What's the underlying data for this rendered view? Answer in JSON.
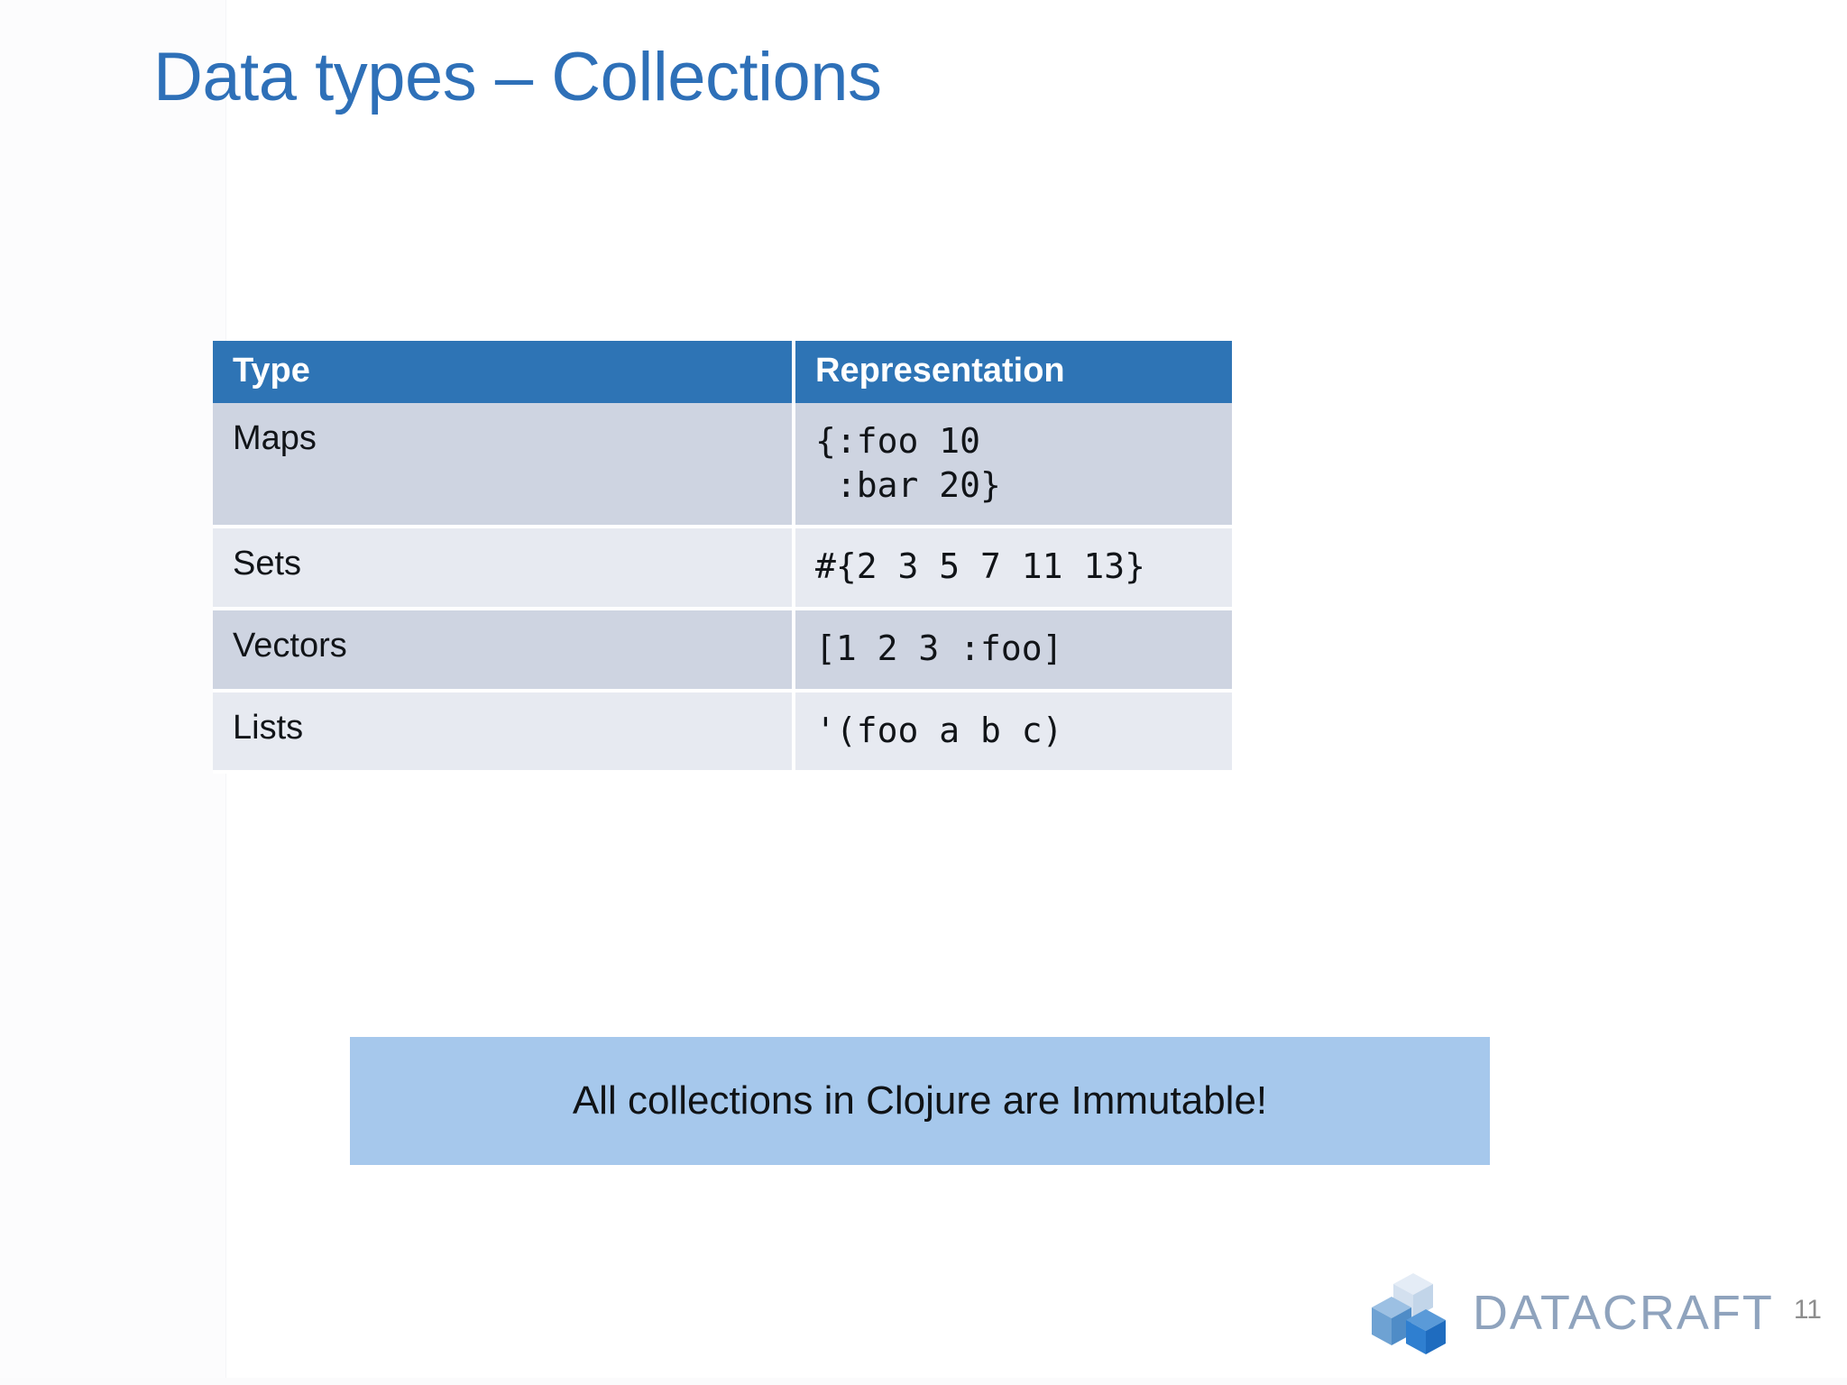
{
  "slide": {
    "title": "Data types – Collections",
    "page_number": "11",
    "title_color": "#2e70b8",
    "header_bg": "#2e74b5",
    "band_dark": "#ced4e1",
    "band_light": "#e7eaf1",
    "callout_bg": "#a6c8ec"
  },
  "table": {
    "columns": [
      "Type",
      "Representation"
    ],
    "rows": [
      {
        "type": "Maps",
        "representation": "{:foo 10\n :bar 20}"
      },
      {
        "type": "Sets",
        "representation": "#{2 3 5 7 11 13}"
      },
      {
        "type": "Vectors",
        "representation": "[1 2 3 :foo]"
      },
      {
        "type": "Lists",
        "representation": "'(foo a b c)"
      }
    ]
  },
  "callout": {
    "text": "All collections in Clojure are Immutable!"
  },
  "footer": {
    "logo_word": "DATACRAFT",
    "logo_icon": "isometric-cubes-icon"
  }
}
